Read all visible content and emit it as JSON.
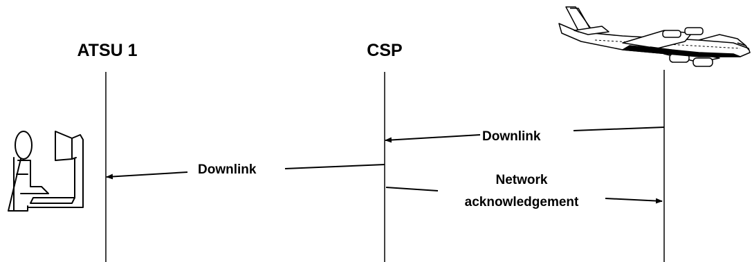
{
  "participants": {
    "atsu": {
      "label": "ATSU 1",
      "icon": "controller-workstation-icon"
    },
    "csp": {
      "label": "CSP"
    },
    "aircraft": {
      "label": "",
      "icon": "aircraft-icon"
    }
  },
  "messages": [
    {
      "label": "Downlink",
      "from": "aircraft",
      "to": "csp"
    },
    {
      "label": "Downlink",
      "from": "csp",
      "to": "atsu"
    },
    {
      "label_lines": [
        "Network",
        "acknowledgement"
      ],
      "from": "csp",
      "to": "aircraft"
    }
  ],
  "colors": {
    "line": "#000000",
    "background": "#ffffff"
  }
}
